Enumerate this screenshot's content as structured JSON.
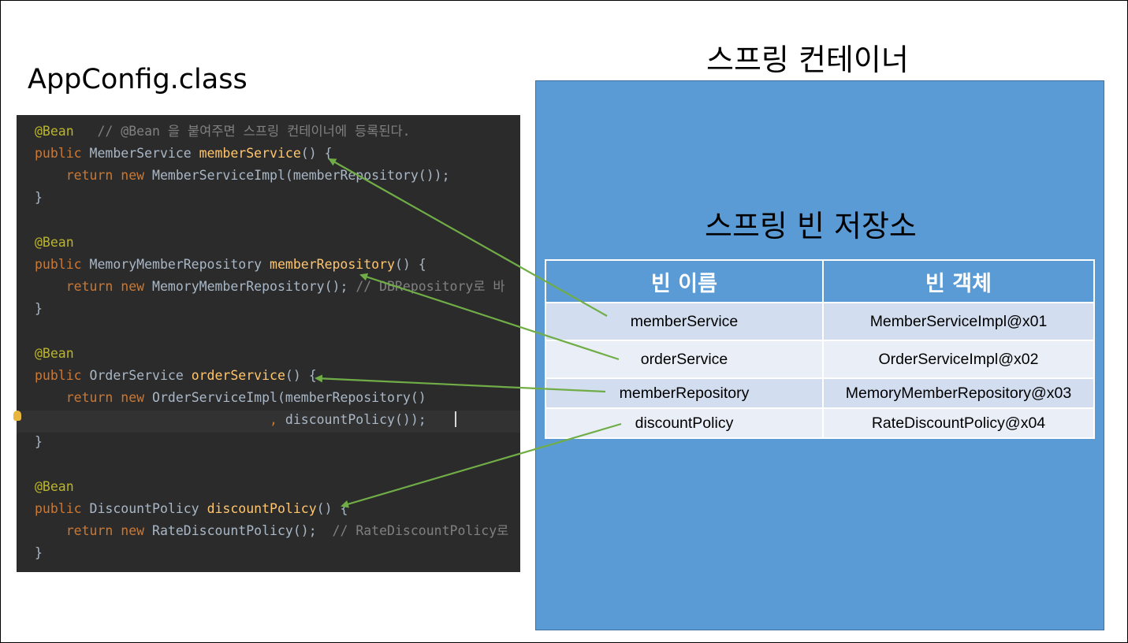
{
  "appconfig": {
    "title": "AppConfig.class"
  },
  "code": {
    "lines": [
      {
        "ann": "@Bean",
        "comment": "   // @Bean 을 붙여주면 스프링 컨테이너에 등록된다."
      },
      {
        "kw": "public ",
        "type": "MemberService ",
        "fn": "memberService",
        "rest": "() {"
      },
      {
        "indent": "    ",
        "kw": "return new ",
        "rest": "MemberServiceImpl(memberRepository());"
      },
      {
        "rest": "}"
      },
      {
        "ann": "@Bean"
      },
      {
        "kw": "public ",
        "type": "MemoryMemberRepository ",
        "fn": "memberRepository",
        "rest": "() {"
      },
      {
        "indent": "    ",
        "kw": "return new ",
        "rest": "MemoryMemberRepository(); ",
        "comment": "// DBRepository로 바"
      },
      {
        "rest": "}"
      },
      {
        "ann": "@Bean"
      },
      {
        "kw": "public ",
        "type": "OrderService ",
        "fn": "orderService",
        "rest": "() {"
      },
      {
        "indent": "    ",
        "kw": "return new ",
        "rest": "OrderServiceImpl(memberRepository()"
      },
      {
        "indent": "                              ",
        "kw": ", ",
        "rest": "discountPolicy());"
      },
      {
        "rest": "}"
      },
      {
        "ann": "@Bean"
      },
      {
        "kw": "public ",
        "type": "DiscountPolicy ",
        "fn": "discountPolicy",
        "rest": "() {"
      },
      {
        "indent": "    ",
        "kw": "return new ",
        "rest": "RateDiscountPolicy();  ",
        "comment": "// RateDiscountPolicy로"
      },
      {
        "rest": "}"
      }
    ]
  },
  "container": {
    "title": "스프링 컨테이너"
  },
  "store": {
    "title": "스프링 빈 저장소",
    "headers": {
      "name": "빈 이름",
      "object": "빈 객체"
    },
    "rows": [
      {
        "name": "memberService",
        "object": "MemberServiceImpl@x01"
      },
      {
        "name": "orderService",
        "object": "OrderServiceImpl@x02"
      },
      {
        "name": "memberRepository",
        "object": "MemoryMemberRepository@x03"
      },
      {
        "name": "discountPolicy",
        "object": "RateDiscountPolicy@x04"
      }
    ]
  },
  "colors": {
    "container": "#5b9bd5",
    "arrow": "#70ad47",
    "code_bg": "#2b2b2b"
  }
}
